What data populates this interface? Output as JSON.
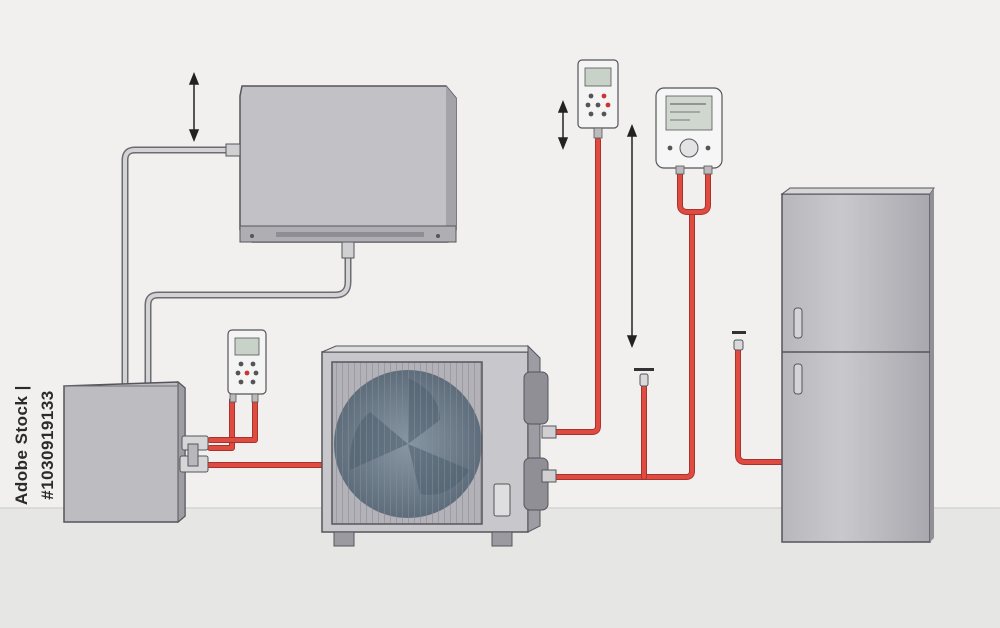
{
  "watermark": {
    "stock_id": "Adobe Stock | #1030919133",
    "tile_text": "Adobe Stock"
  },
  "components": [
    {
      "name": "indoor-wall-unit"
    },
    {
      "name": "outdoor-heat-pump-unit"
    },
    {
      "name": "hydronic-module-box"
    },
    {
      "name": "storage-tank-cabinet"
    },
    {
      "name": "wired-controller-left"
    },
    {
      "name": "wired-controller-top"
    },
    {
      "name": "room-thermostat"
    }
  ],
  "colors": {
    "background": "#f1f0ee",
    "floor": "#e4e4e2",
    "pipe_red": "#d9473f",
    "pipe_grey": "#c4c4c6",
    "unit_body": "#c6c6ca",
    "unit_dark": "#9e9ea4",
    "outline": "#55555b",
    "fan_blue": "#6f8293"
  },
  "icons": [
    "double-arrow-icon",
    "fan-grille-icon",
    "display-screen-icon",
    "dial-knob-icon",
    "door-handle-icon"
  ]
}
